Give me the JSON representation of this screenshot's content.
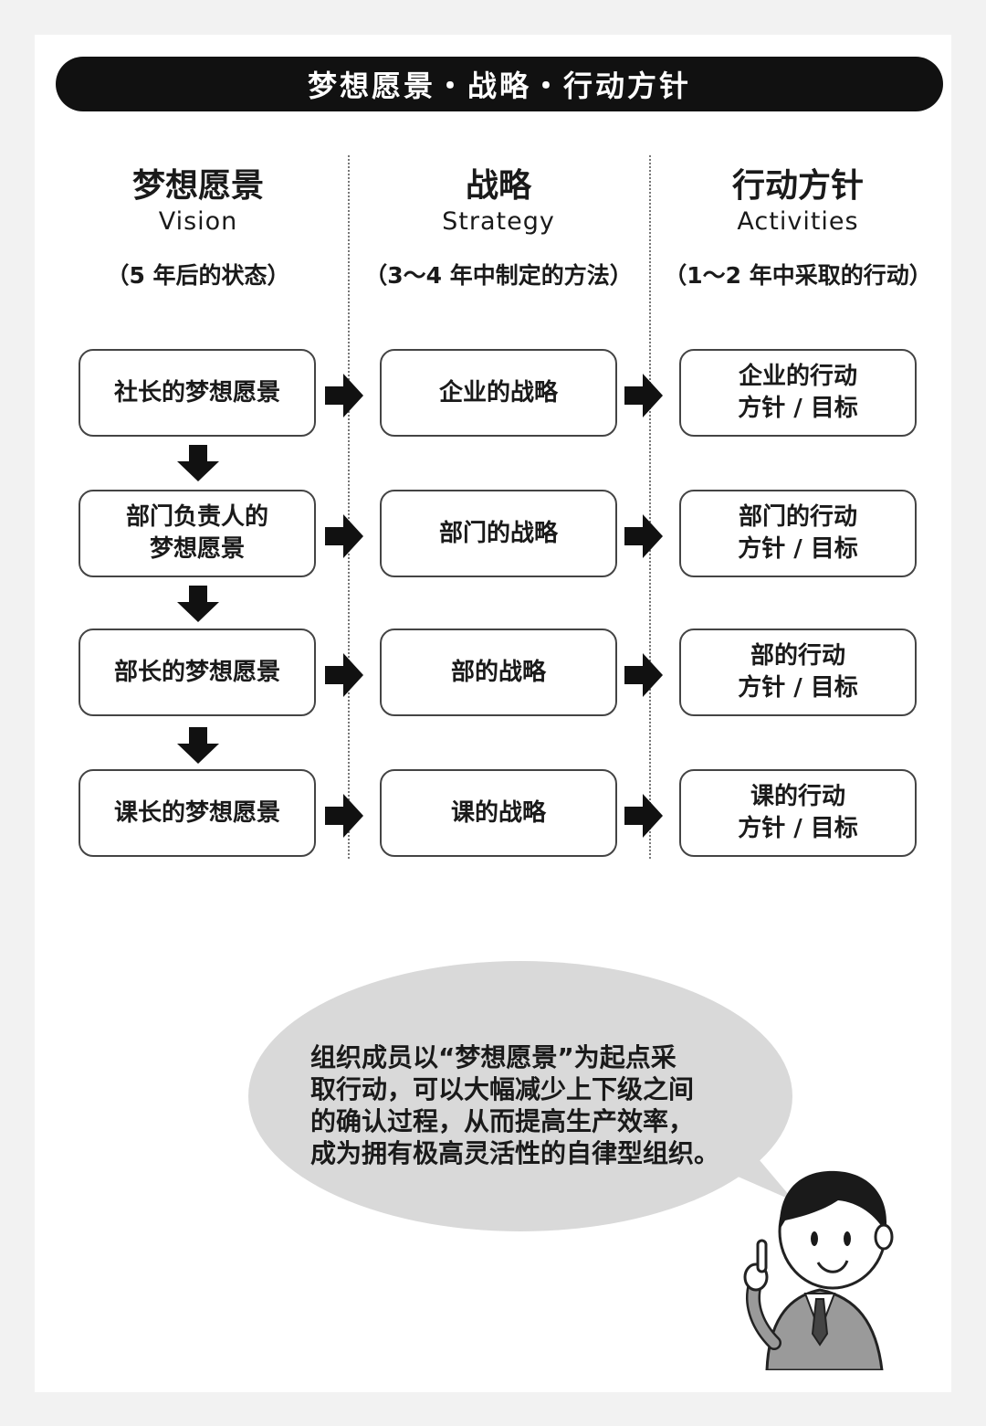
{
  "title": "梦想愿景・战略・行动方针",
  "columns": [
    {
      "zh": "梦想愿景",
      "en": "Vision",
      "note": "（5 年后的状态）"
    },
    {
      "zh": "战略",
      "en": "Strategy",
      "note": "（3～4 年中制定的方法）"
    },
    {
      "zh": "行动方针",
      "en": "Activities",
      "note": "（1～2 年中采取的行动）"
    }
  ],
  "rows": [
    {
      "vision": "社长的梦想愿景",
      "strategy": "企业的战略",
      "activities": "企业的行动\n方针 / 目标"
    },
    {
      "vision": "部门负责人的\n梦想愿景",
      "strategy": "部门的战略",
      "activities": "部门的行动\n方针 / 目标"
    },
    {
      "vision": "部长的梦想愿景",
      "strategy": "部的战略",
      "activities": "部的行动\n方针 / 目标"
    },
    {
      "vision": "课长的梦想愿景",
      "strategy": "课的战略",
      "activities": "课的行动\n方针 / 目标"
    }
  ],
  "speech_bubble": "组织成员以“梦想愿景”为起点采\n取行动，可以大幅减少上下级之间\n的确认过程，从而提高生产效率，\n成为拥有极高灵活性的自律型组织。",
  "colors": {
    "title_bar": "#111111",
    "bubble_fill": "#d9d9d9",
    "box_border": "#444444",
    "arrow": "#111111"
  },
  "icons": {
    "row_arrow": "right-arrow-icon",
    "col_arrow": "down-arrow-icon",
    "character": "businessman-pointing-illustration"
  }
}
